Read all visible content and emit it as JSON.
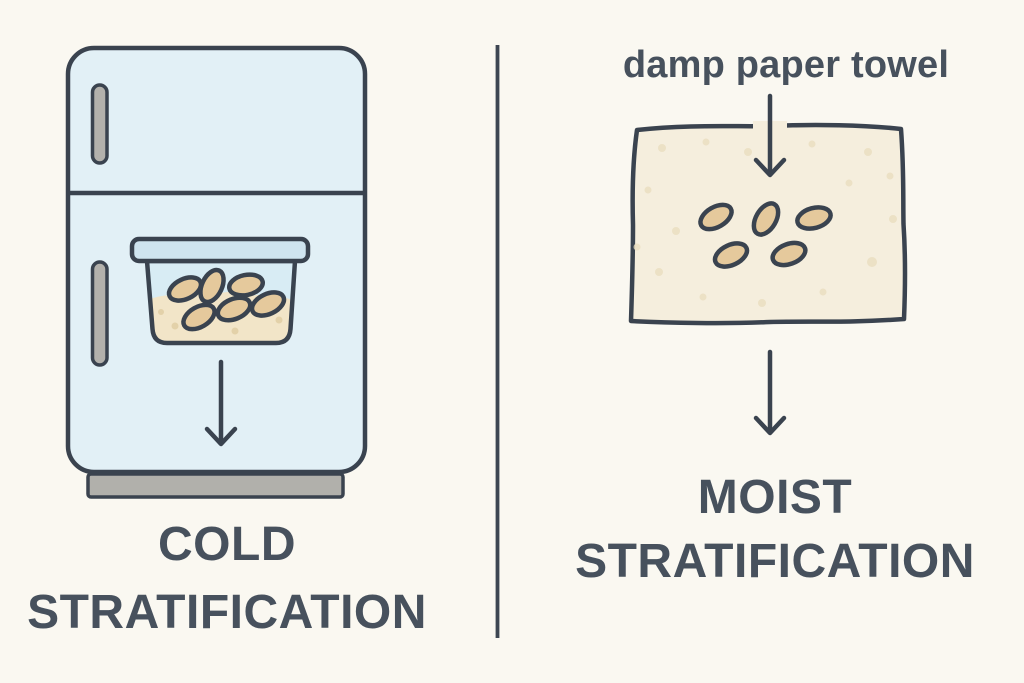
{
  "colors": {
    "background": "#faf8f1",
    "outline": "#3a434f",
    "text": "#47515d",
    "divider": "#3d4652",
    "fridge_fill": "#e2f0f6",
    "lid_fill": "#cfe4ef",
    "container_fill": "#d8ecf4",
    "sand_fill": "#f2e5c8",
    "sand_speckle": "#e3d1a9",
    "seed_fill": "#e5c99c",
    "towel_fill": "#f5eedd",
    "towel_speckle": "#eadec0",
    "handle_fill": "#b3b1ac",
    "base_fill": "#b1b0ab",
    "arrow": "#3a434f"
  },
  "left_panel": {
    "icon": "refrigerator-with-seed-container-icon",
    "caption_line1": "COLD",
    "caption_line2": "STRATIFICATION"
  },
  "right_panel": {
    "icon": "paper-towel-with-seeds-icon",
    "label": "damp paper towel",
    "caption_line1": "MOIST",
    "caption_line2": "STRATIFICATION"
  }
}
